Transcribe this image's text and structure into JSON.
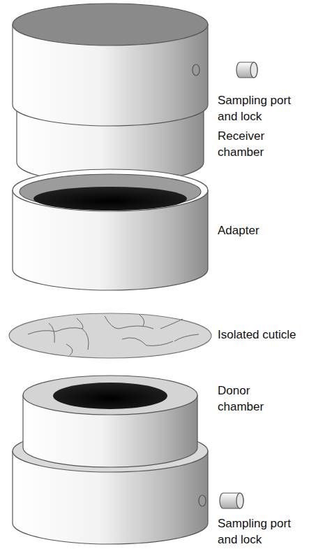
{
  "diagram": {
    "labels": [
      "Sampling port and lock",
      "Receiver chamber",
      "Adapter",
      "Isolated cuticle",
      "Donor chamber",
      "Sampling port and lock"
    ]
  }
}
